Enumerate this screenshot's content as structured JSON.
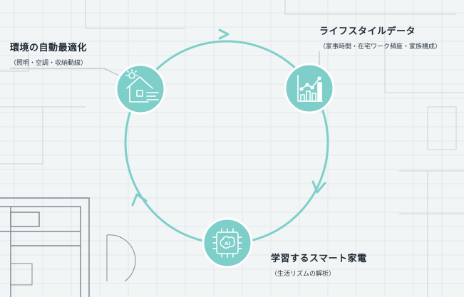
{
  "colors": {
    "accent": "#7ecfc9",
    "icon": "#ffffff",
    "text": "#1f2a33",
    "background": "#f2f5f6",
    "grid": "#dfe6e9",
    "blueprint": "#b9c4ca"
  },
  "nodes": [
    {
      "id": "environment",
      "title": "環境の自動最適化",
      "subtitle": "（照明・空調・収納動線）",
      "icon": "house-icon"
    },
    {
      "id": "lifestyle-data",
      "title": "ライフスタイルデータ",
      "subtitle": "（家事時間・在宅ワーク頻度・家族構成）",
      "icon": "bar-chart-icon"
    },
    {
      "id": "smart-appliance",
      "title": "学習するスマート家電",
      "subtitle": "（生活リズムの解析）",
      "icon": "ai-chip-icon"
    }
  ],
  "chip_label": "AI"
}
